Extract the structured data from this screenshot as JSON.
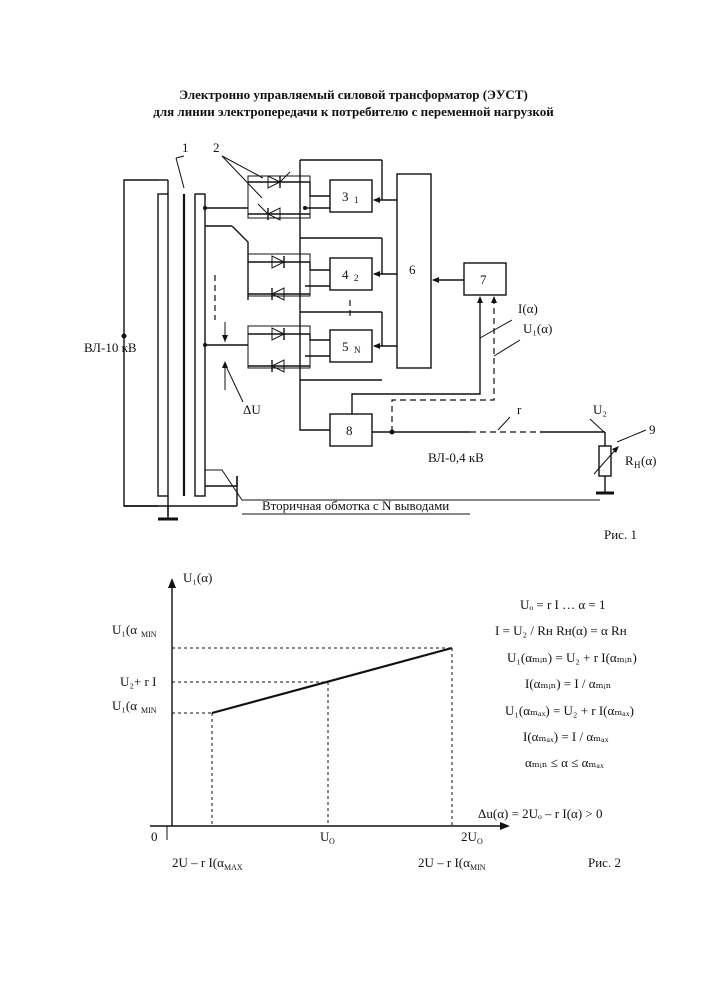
{
  "title": {
    "line1": "Электронно управляемый силовой трансформатор (ЭУСТ)",
    "line2": "для линии электропередачи к потребителю с переменной нагрузкой"
  },
  "fig1": {
    "ref_1": "1",
    "ref_2": "2",
    "block_3": "3",
    "block_3_sub": "1",
    "block_4": "4",
    "block_4_sub": "2",
    "block_5": "5",
    "block_5_sub": "N",
    "block_6": "6",
    "block_7": "7",
    "block_8": "8",
    "ref_9": "9",
    "hv_line": "ВЛ-10 кВ",
    "lv_line": "ВЛ-0,4 кВ",
    "delta_u": "ΔU",
    "signal_i": "I(α)",
    "signal_u1": "U₁(α)",
    "r_label": "r",
    "u2_label": "U₂",
    "rh_label": "R",
    "rh_sub": "H",
    "rh_arg": "(α)",
    "secondary_label": "Вторичная обмотка с N выводами",
    "caption": "Рис. 1"
  },
  "fig2": {
    "y_axis_label": "U₁(α)",
    "origin": "0",
    "y_tick_top": "U₁(α",
    "y_tick_top_sub": "MIN",
    "y_tick_mid": "U₂+ r I",
    "y_tick_low": "U₁(α",
    "y_tick_low_sub": "MIN",
    "x_tick_uo": "U",
    "x_tick_uo_sub": "O",
    "x_tick_2uo": "2U",
    "x_tick_2uo_sub": "O",
    "x_label_left": "2U",
    "x_label_left_rest": " – r I(α",
    "x_label_left_sub": "MAX",
    "x_label_right": "2U",
    "x_label_right_rest": " – r I(α",
    "x_label_right_sub": "MIN",
    "equations": {
      "eq1": "Uₒ = r I … α = 1",
      "eq2": "I = U₂ / Rʜ      Rʜ(α) = α Rʜ",
      "eq3": "U₁(αₘᵢₙ) = U₂ + r I(αₘᵢₙ)",
      "eq4": "I(αₘᵢₙ) = I / αₘᵢₙ",
      "eq5": "U₁(αₘₐₓ) = U₂ + r I(αₘₐₓ)",
      "eq6": "I(αₘₐₓ) = I / αₘₐₓ",
      "eq7": "αₘᵢₙ ≤ α  ≤ αₘₐₓ",
      "eq8": "Δu(α) = 2Uₒ – r I(α) > 0"
    },
    "caption": "Рис. 2"
  }
}
